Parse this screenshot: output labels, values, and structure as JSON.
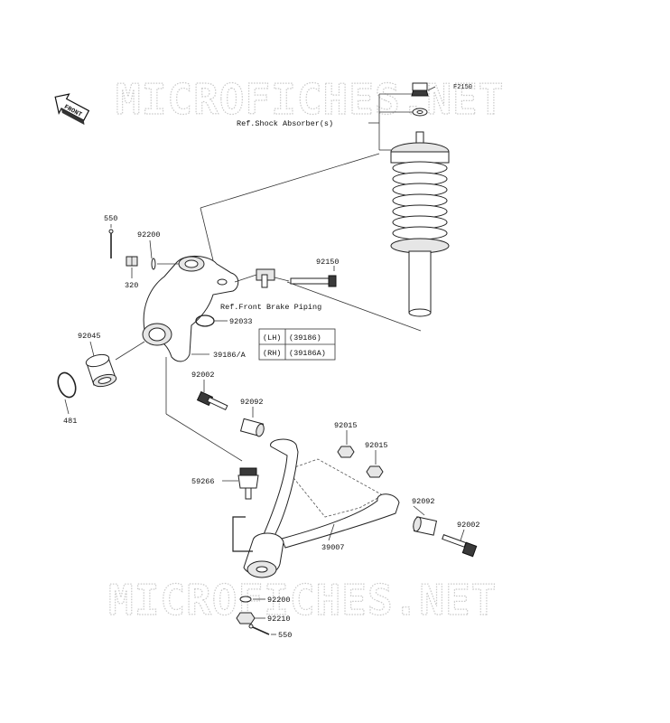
{
  "watermark": {
    "top": "MICROFICHES.NET",
    "bottom": "MICROFICHES.NET"
  },
  "front_badge": "FRONT",
  "refs": {
    "shock": "Ref.Shock Absorber(s)",
    "brake": "Ref.Front Brake Piping"
  },
  "labels": {
    "f2150": "F2150",
    "p550_top": "550",
    "p92200_top": "92200",
    "p320": "320",
    "p92150": "92150",
    "p92033": "92033",
    "p92045": "92045",
    "p39186a": "39186/A",
    "p481": "481",
    "p92002_top": "92002",
    "p92092_top": "92092",
    "p92015_a": "92015",
    "p92015_b": "92015",
    "p59266": "59266",
    "p92092_bottom": "92092",
    "p92002_bottom": "92002",
    "p39007": "39007",
    "p92200_bottom": "92200",
    "p92210": "92210",
    "p550_bottom": "550"
  },
  "side_table": {
    "rows": [
      {
        "side": "(LH)",
        "part": "(39186)"
      },
      {
        "side": "(RH)",
        "part": "(39186A)"
      }
    ]
  }
}
